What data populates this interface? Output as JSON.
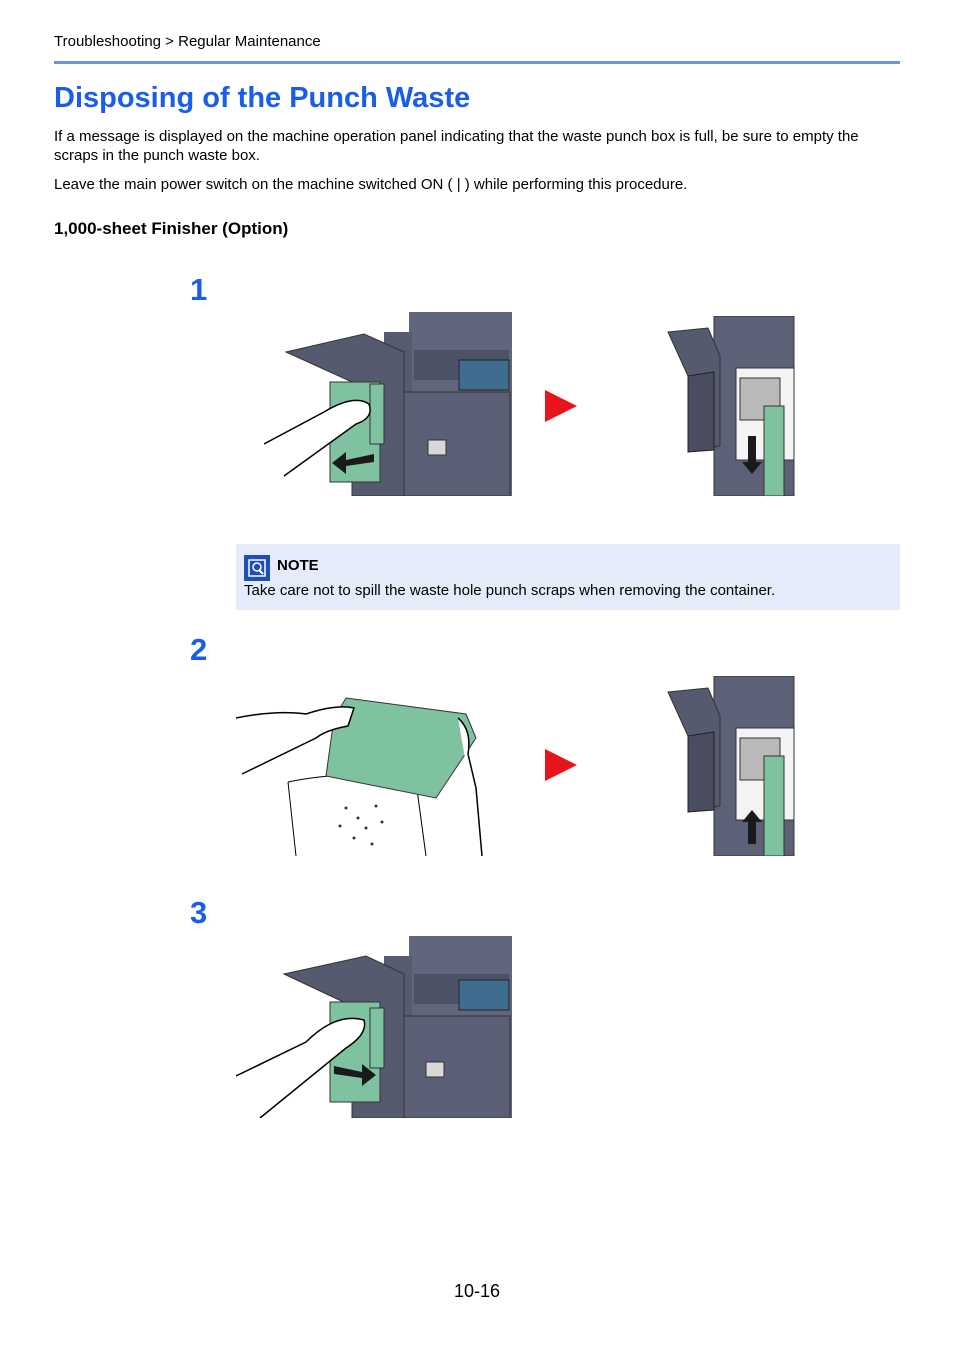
{
  "breadcrumb": "Troubleshooting > Regular Maintenance",
  "title": "Disposing of the Punch Waste",
  "intro_1": "If a message is displayed on the machine operation panel indicating that the waste punch box is full, be sure to empty the scraps in the punch waste box.",
  "intro_2": "Leave the main power switch on the machine switched ON ( | ) while performing this procedure.",
  "section_heading": "1,000-sheet Finisher (Option)",
  "steps": [
    "1",
    "2",
    "3"
  ],
  "note": {
    "label": "NOTE",
    "text": "Take care not to spill the waste hole punch scraps when removing the container.",
    "icon": "note-icon"
  },
  "page_number": "10-16",
  "colors": {
    "accent_blue": "#1a5ee8",
    "rule_blue": "#6f95d6",
    "note_bg": "#e6ebfa",
    "arrow_red": "#e8141b",
    "machine_gray": "#5d6178",
    "panel_green": "#7fc2a0"
  }
}
